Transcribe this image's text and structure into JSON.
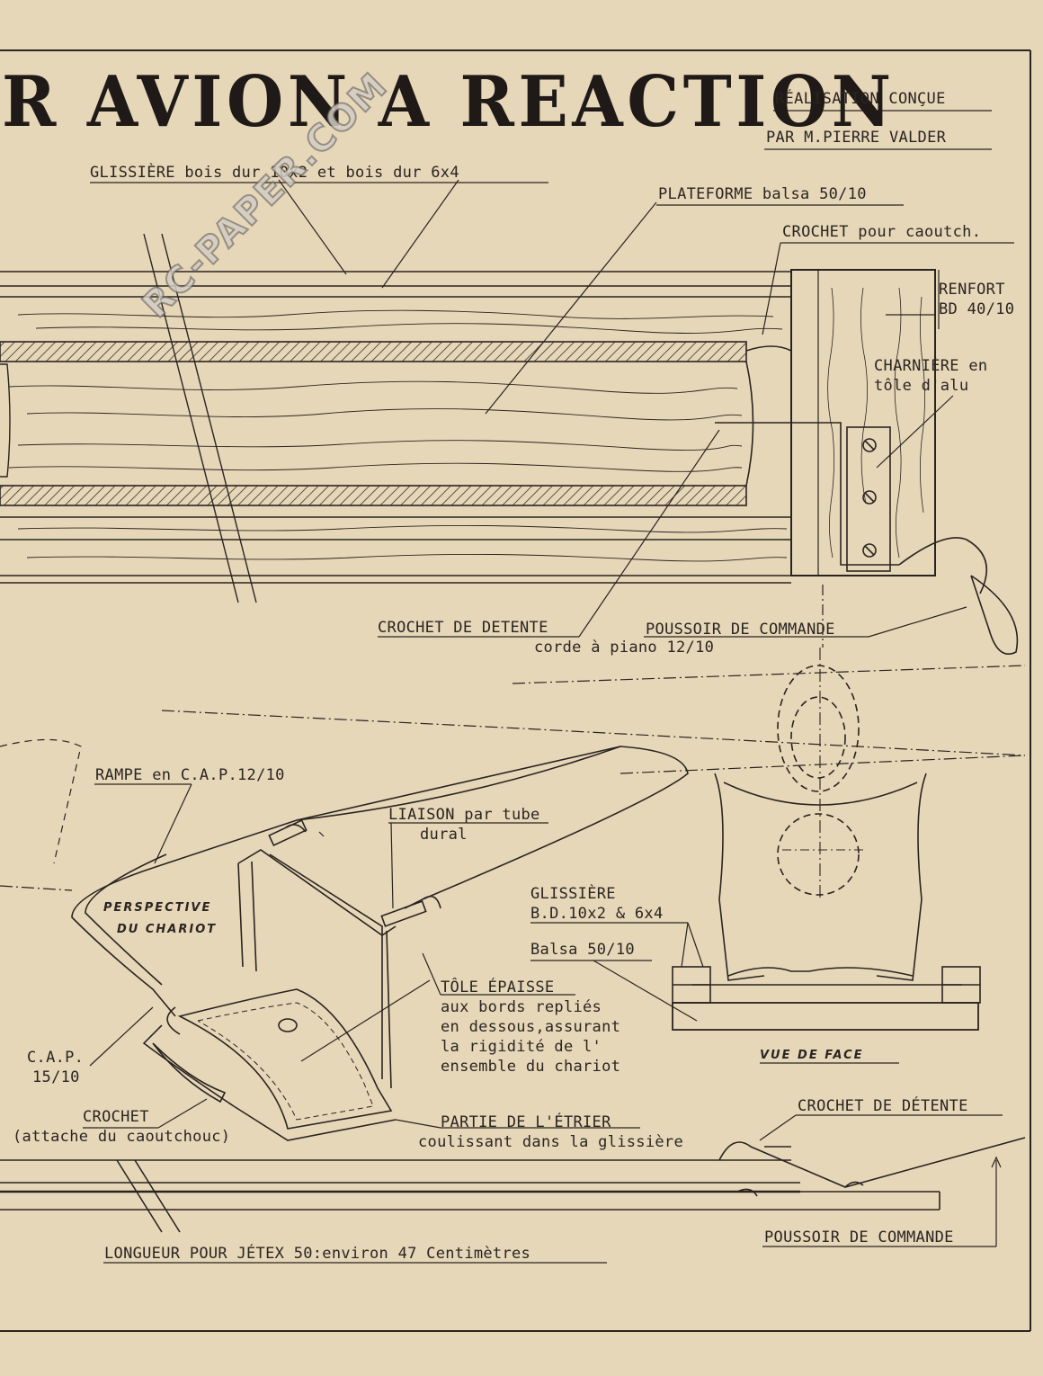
{
  "header": {
    "title": "R AVION A REACTION",
    "credit_line1": "RÉALISATION CONÇUE",
    "credit_line2": "PAR M.PIERRE VALDER"
  },
  "top_view_labels": {
    "glissiere": "GLISSIÈRE bois dur 10x2  et  bois dur 6x4",
    "plateforme": "PLATEFORME balsa 50/10",
    "crochet_caoutch": "CROCHET pour caoutch.",
    "renfort_1": "RENFORT",
    "renfort_2": "BD 40/10",
    "charniere_1": "CHARNIÈRE en",
    "charniere_2": "tôle  d'alu",
    "crochet_detente": "CROCHET DE DETENTE",
    "poussoir": "POUSSOIR DE COMMANDE",
    "corde_piano": "corde à piano 12/10"
  },
  "perspective_labels": {
    "rampe": "RAMPE en C.A.P.12/10",
    "liaison_1": "LIAISON par tube",
    "liaison_2": "dural",
    "perspective_1": "PERSPECTIVE",
    "perspective_2": "DU CHARIOT",
    "tole_1": "TÔLE ÉPAISSE",
    "tole_2": "aux bords repliés",
    "tole_3": "en dessous,assurant",
    "tole_4": "la rigidité  de l'",
    "tole_5": "ensemble du chariot",
    "cap_1": "C.A.P.",
    "cap_2": "15/10",
    "crochet": "CROCHET",
    "crochet_sub": "(attache du caoutchouc)",
    "etrier_1": "PARTIE DE L'ÉTRIER",
    "etrier_2": "coulissant dans la glissière"
  },
  "front_view_labels": {
    "glissiere_1": "GLISSIÈRE",
    "glissiere_2": "B.D.10x2 & 6x4",
    "balsa": "Balsa 50/10",
    "vue_de_face": "VUE DE FACE"
  },
  "bottom_labels": {
    "crochet_detente": "CROCHET DE DÉTENTE",
    "poussoir": "POUSSOIR DE COMMANDE",
    "longueur": "LONGUEUR POUR JÉTEX 50:environ 47 Centimètres"
  },
  "watermark": "RC-PAPER.COM",
  "colors": {
    "paper": "#e6d7b9",
    "ink": "#2a2420"
  }
}
